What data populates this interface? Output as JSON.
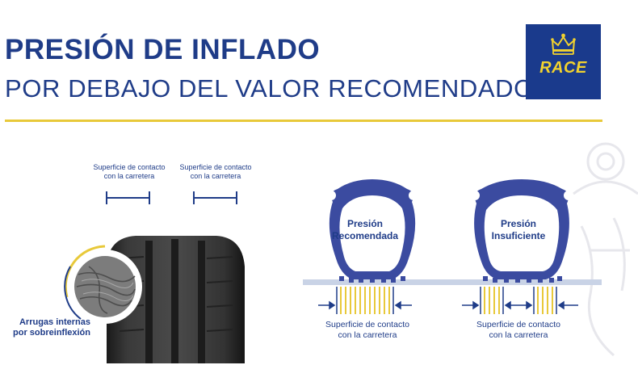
{
  "header": {
    "title": "PRESIÓN DE INFLADO",
    "subtitle": "POR DEBAJO DEL VALOR RECOMENDADO"
  },
  "logo": {
    "text": "RACE",
    "background_color": "#1a3a8c",
    "text_color": "#f2d22e",
    "icon": "crown-icon"
  },
  "colors": {
    "brand_blue": "#1f3c88",
    "accent_yellow": "#e8c93a",
    "tire_dark": "#2b2b2b",
    "road": "#c9d3e6"
  },
  "left_panel": {
    "contact_labels": [
      {
        "line1": "Superficie de contacto",
        "line2": "con la carretera"
      },
      {
        "line1": "Superficie de contacto",
        "line2": "con la carretera"
      }
    ],
    "wrinkles_label": {
      "line1": "Arrugas internas",
      "line2": "por sobreinflexión"
    }
  },
  "tires": [
    {
      "label_line1": "Presión",
      "label_line2": "Recomendada",
      "contact_line1": "Superficie de contacto",
      "contact_line2": "con la carretera"
    },
    {
      "label_line1": "Presión",
      "label_line2": "Insuficiente",
      "contact_line1": "Superficie de contacto",
      "contact_line2": "con la carretera"
    }
  ]
}
